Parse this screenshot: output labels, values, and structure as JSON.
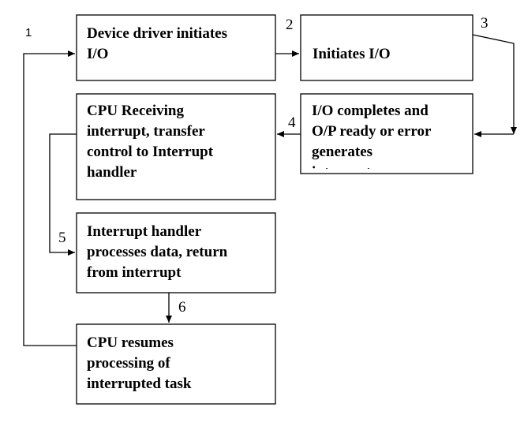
{
  "boxes": [
    {
      "id": "device-driver",
      "lines": [
        "Device driver initiates",
        "I/O"
      ]
    },
    {
      "id": "initiates-io",
      "lines": [
        "Initiates I/O"
      ]
    },
    {
      "id": "io-completes",
      "lines": [
        "I/O completes  and",
        "O/P ready or error",
        "generates",
        "interrupt"
      ]
    },
    {
      "id": "cpu-receiving",
      "lines": [
        "CPU Receiving",
        "interrupt, transfer",
        "control to Interrupt",
        "handler"
      ]
    },
    {
      "id": "interrupt-handler",
      "lines": [
        "Interrupt handler",
        "processes data, return",
        "from interrupt"
      ]
    },
    {
      "id": "cpu-resumes",
      "lines": [
        "CPU resumes",
        "processing of",
        "interrupted task"
      ]
    }
  ],
  "steps": [
    "1",
    "2",
    "3",
    "4",
    "5",
    "6"
  ]
}
